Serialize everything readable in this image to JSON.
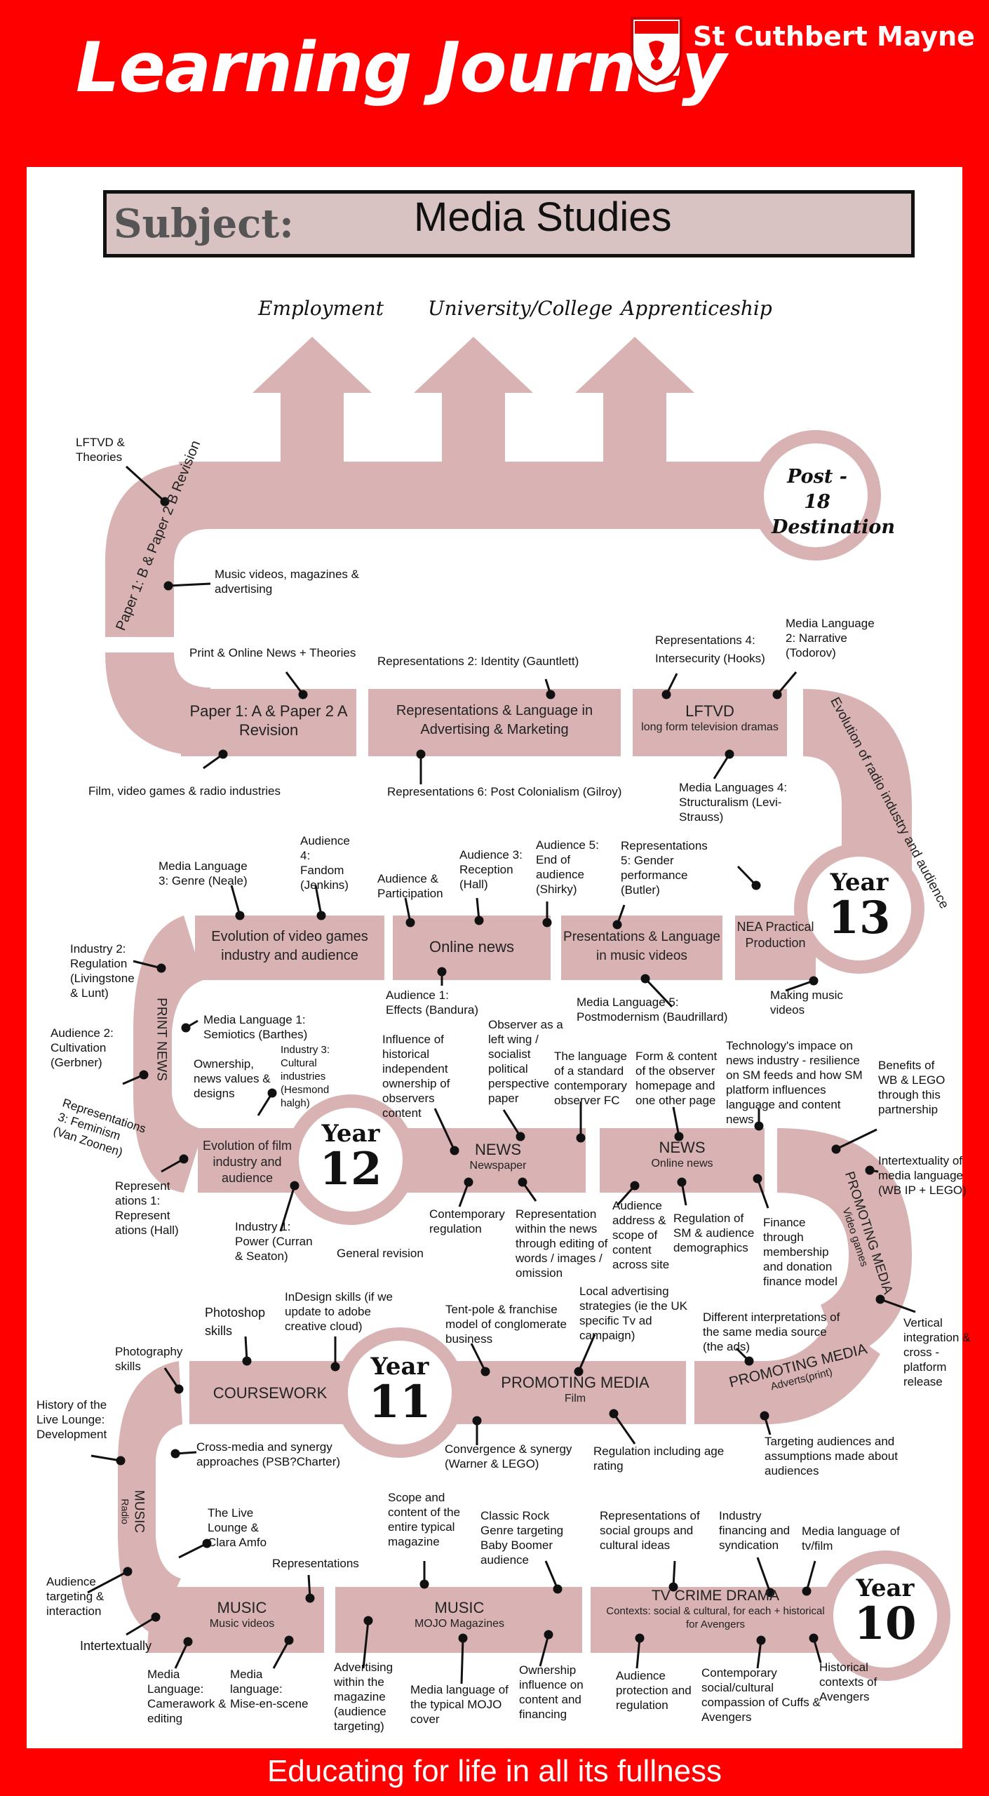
{
  "header": {
    "title": "Learning Journey",
    "school": "St Cuthbert Mayne"
  },
  "subject": {
    "label": "Subject:",
    "name": "Media Studies"
  },
  "destinations": [
    "Employment",
    "University/College",
    "Apprenticeship"
  ],
  "post18": "Post - 18 Destination",
  "years": {
    "y10": "10",
    "y11": "11",
    "y12": "12",
    "y13": "13",
    "label": "Year"
  },
  "blocks": {
    "paper1a": "Paper 1: A & Paper 2 A Revision",
    "repsAdv": "Representations & Language in Advertising & Marketing",
    "lftvd": "LFTVD",
    "lftvdSub": "long form television dramas",
    "radioEvo": "Evolution of radio industry and audience",
    "paper1b": "Paper 1: B & Paper 2 B Revision",
    "videoGames": "Evolution of video games industry and audience",
    "onlineNews": "Online news",
    "musicVideos": "Presentations & Language in music videos",
    "nea": "NEA Practical Production",
    "printNews": "PRINT NEWS",
    "filmEvo": "Evolution of film industry and audience",
    "newsA": "NEWS",
    "newsASub": "Newspaper",
    "newsB": "NEWS",
    "newsBSub": "Online news",
    "promoVG": "PROMOTING MEDIA",
    "promoVGSub": "Video games",
    "coursework": "COURSEWORK",
    "promoFilm": "PROMOTING MEDIA",
    "promoFilmSub": "Film",
    "promoAds": "PROMOTING MEDIA",
    "promoAdsSub": "Adverts(print)",
    "musicRadio": "MUSIC",
    "musicRadioSub": "Radio",
    "musicMV": "MUSIC",
    "musicMVSub": "Music videos",
    "musicMojo": "MUSIC",
    "musicMojoSub": "MOJO Magazines",
    "tvCrime": "TV CRIME DRAMA",
    "tvCrimeSub": "Contexts: social & cultural, for each + historical for Avengers"
  },
  "notes": {
    "n1": "LFTVD & Theories",
    "n2": "Music videos, magazines & advertising",
    "n3": "Print & Online News + Theories",
    "n4": "Representations 2: Identity (Gauntlett)",
    "n5": "Representations 4: Intersecurity (Hooks)",
    "n6": "Media Language 2: Narrative (Todorov)",
    "n7": "Film, video games & radio industries",
    "n8": "Representations 6: Post Colonialism (Gilroy)",
    "n9": "Media Languages 4: Structuralism (Levi-Strauss)",
    "n10": "Audience 4: Fandom (Jenkins)",
    "n11": "Media Language 3: Genre (Neale)",
    "n12": "Audience & Participation",
    "n13": "Audience 3: Reception (Hall)",
    "n14": "Audience 5: End of audience (Shirky)",
    "n15": "Representations 5: Gender performance (Butler)",
    "n16": "Industry 2: Regulation (Livingstone & Lunt)",
    "n17": "Audience 1: Effects (Bandura)",
    "n18": "Media Language 5: Postmodernism (Baudrillard)",
    "n19": "Making music videos",
    "n20": "Audience 2: Cultivation (Gerbner)",
    "n21": "Media Language 1: Semiotics (Barthes)",
    "n22": "Ownership, news values & designs",
    "n23": "Industry 3: Cultural industries (Hesmond halgh)",
    "n24": "Representations 3: Feminism (Van Zoonen)",
    "n25": "Influence of historical independent ownership of observers content",
    "n26": "Observer as a left wing / socialist political perspective paper",
    "n27": "The language of a standard contemporary observer FC",
    "n28": "Form & content of the observer homepage and one other page",
    "n29": "Technology's impace on news industry - resilience on SM feeds and how SM platform influences language and content news",
    "n30": "Benefits of WB & LEGO through this partnership",
    "n31": "Represent ations 1: Represent ations (Hall)",
    "n32": "Industry 1: Power (Curran & Seaton)",
    "n33": "General revision",
    "n34": "Contemporary regulation",
    "n35": "Representation within the news through editing of words / images / omission",
    "n36": "Audience address & scope of content across site",
    "n37": "Regulation of SM & audience demographics",
    "n38": "Finance through membership and donation finance model",
    "n39": "Intertextuality of media language (WB IP + LEGO)",
    "n40": "Photoshop skills",
    "n41": "InDesign skills (if we update to adobe creative cloud)",
    "n42": "Tent-pole & franchise model of conglomerate business",
    "n43": "Local advertising strategies (ie the UK specific Tv ad campaign)",
    "n44": "Different interpretations of the same media source (the ads)",
    "n45": "Vertical integration & cross -platform release",
    "n46": "Photography skills",
    "n47": "History of the Live Lounge: Development",
    "n48": "Cross-media and synergy approaches (PSB?Charter)",
    "n49": "Convergence & synergy (Warner & LEGO)",
    "n50": "Regulation including age rating",
    "n51": "Targeting audiences and assumptions made about audiences",
    "n52": "The Live Lounge & Clara Amfo",
    "n53": "Scope and content of the entire typical magazine",
    "n54": "Classic Rock Genre targeting Baby Boomer audience",
    "n55": "Representations of social groups and cultural ideas",
    "n56": "Industry financing and syndication",
    "n57": "Media language of tv/film",
    "n58": "Representations",
    "n59": "Audience targeting & interaction",
    "n60": "Intertextually",
    "n61": "Media Language: Camerawork & editing",
    "n62": "Media language: Mise-en-scene",
    "n63": "Advertising within the magazine (audience targeting)",
    "n64": "Media language of the typical MOJO cover",
    "n65": "Ownership influence on content and financing",
    "n66": "Audience protection and regulation",
    "n67": "Contemporary social/cultural compassion of Cuffs & Avengers",
    "n68": "Historical contexts of Avengers"
  },
  "footer": "Educating for life in all its fullness",
  "colors": {
    "red": "#ff0000",
    "track": "#d9b3b3"
  }
}
